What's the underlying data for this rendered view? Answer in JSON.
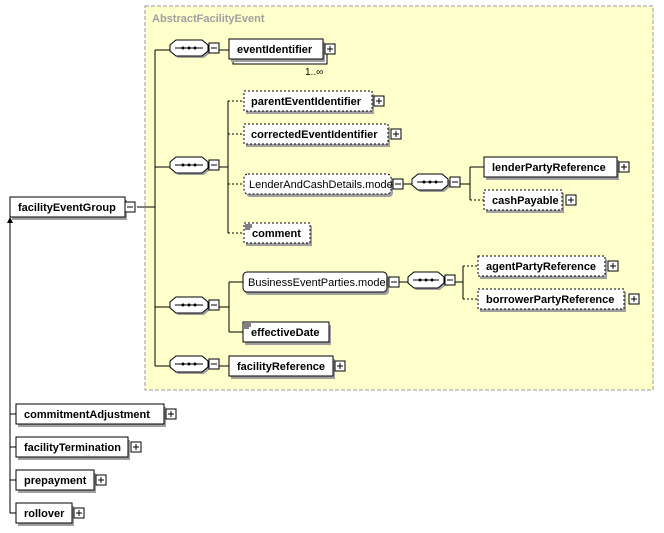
{
  "colors": {
    "group_fill": "#ffffcc",
    "group_border": "#999999",
    "element_fill": "#ffffff",
    "shadow": "#a0a0a0",
    "line": "#000000"
  },
  "icons": {
    "sequence": "sequence-compositor-icon",
    "expand": "plus-box-icon",
    "collapse": "minus-box-icon",
    "text_doc": "text-content-icon"
  },
  "group": {
    "title": "AbstractFacilityEvent"
  },
  "root": {
    "label": "facilityEventGroup"
  },
  "elements": {
    "eventIdentifier": "eventIdentifier",
    "eventIdentifier_cardinality": "1..∞",
    "parentEventIdentifier": "parentEventIdentifier",
    "correctedEventIdentifier": "correctedEventIdentifier",
    "lenderAndCashDetails": "LenderAndCashDetails.model",
    "lenderPartyReference": "lenderPartyReference",
    "cashPayable": "cashPayable",
    "comment": "comment",
    "businessEventParties": "BusinessEventParties.model",
    "agentPartyReference": "agentPartyReference",
    "borrowerPartyReference": "borrowerPartyReference",
    "effectiveDate": "effectiveDate",
    "facilityReference": "facilityReference"
  },
  "derived": {
    "commitmentAdjustment": "commitmentAdjustment",
    "facilityTermination": "facilityTermination",
    "prepayment": "prepayment",
    "rollover": "rollover"
  }
}
